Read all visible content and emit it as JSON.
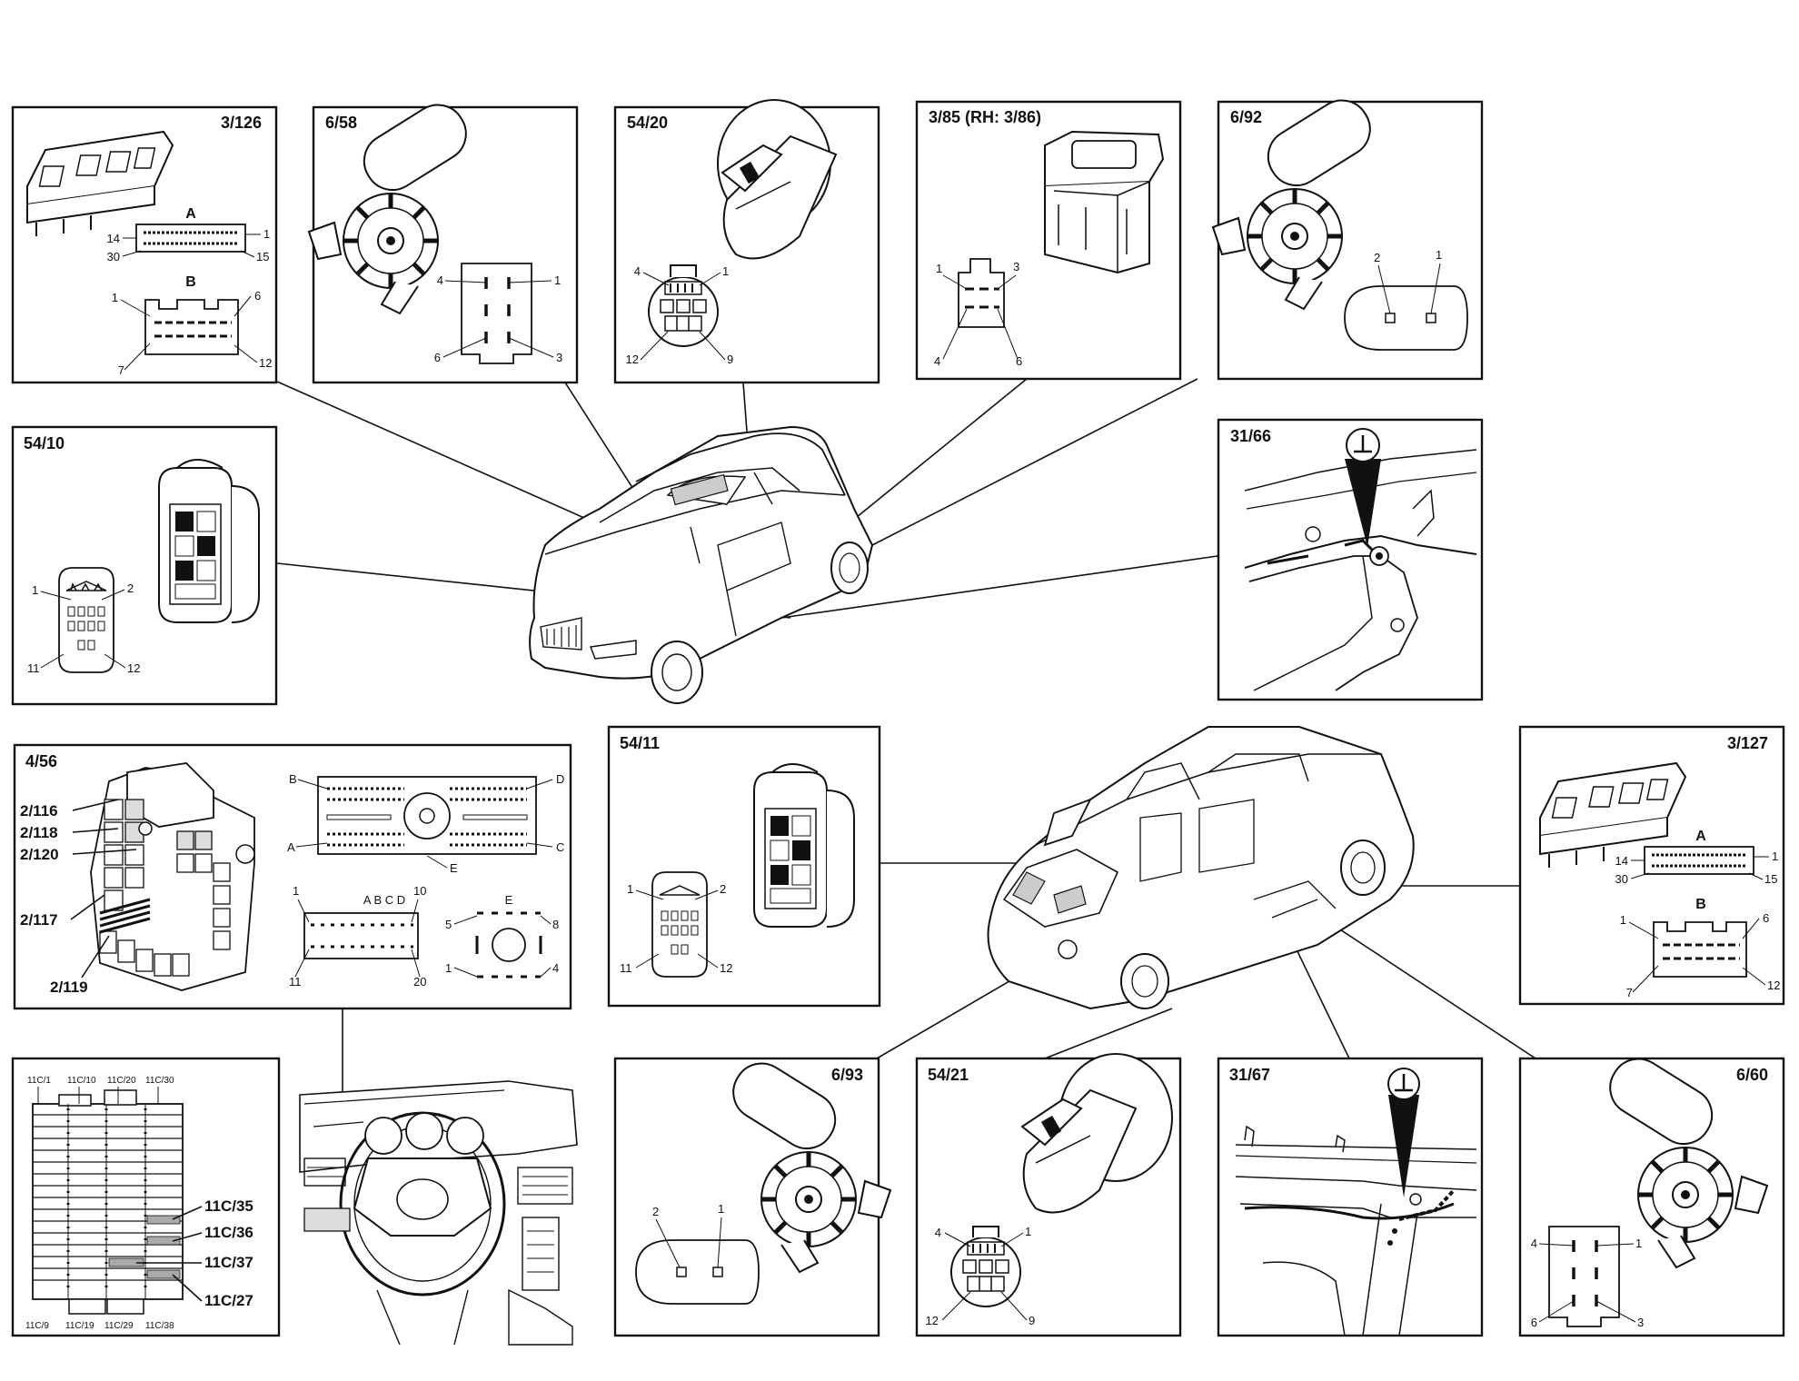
{
  "panels": {
    "p3126": {
      "title": "3/126",
      "conn_a": "A",
      "conn_b": "B",
      "pins_a": [
        "14",
        "1",
        "30",
        "15"
      ],
      "pins_b": [
        "1",
        "6",
        "7",
        "12"
      ]
    },
    "p658": {
      "title": "6/58",
      "pins": [
        "4",
        "1",
        "6",
        "3"
      ]
    },
    "p5420": {
      "title": "54/20",
      "pins": [
        "4",
        "1",
        "12",
        "9"
      ]
    },
    "p385": {
      "title": "3/85 (RH: 3/86)",
      "pins": [
        "1",
        "3",
        "4",
        "6"
      ]
    },
    "p692": {
      "title": "6/92",
      "pins": [
        "2",
        "1"
      ]
    },
    "p5410": {
      "title": "54/10",
      "pins": [
        "1",
        "2",
        "11",
        "12"
      ]
    },
    "p3166": {
      "title": "31/66"
    },
    "p456": {
      "title": "4/56",
      "relays": [
        "2/116",
        "2/118",
        "2/120",
        "2/117",
        "2/119"
      ],
      "conn_letters": [
        "B",
        "D",
        "A",
        "C",
        "E"
      ],
      "conn2_header": "A B C D",
      "conn2_pins": [
        "1",
        "10",
        "11",
        "20"
      ],
      "conn3_header": "E",
      "conn3_pins": [
        "5",
        "8",
        "1",
        "4"
      ]
    },
    "p5411": {
      "title": "54/11",
      "pins": [
        "1",
        "2",
        "11",
        "12"
      ]
    },
    "p3127": {
      "title": "3/127",
      "conn_a": "A",
      "conn_b": "B",
      "pins_a": [
        "14",
        "1",
        "30",
        "15"
      ],
      "pins_b": [
        "1",
        "6",
        "7",
        "12"
      ]
    },
    "p11c": {
      "top_labels": [
        "11C/1",
        "11C/10",
        "11C/20",
        "11C/30"
      ],
      "bottom_labels": [
        "11C/9",
        "11C/19",
        "11C/29",
        "11C/38"
      ],
      "callouts": [
        "11C/35",
        "11C/36",
        "11C/37",
        "11C/27"
      ]
    },
    "p693": {
      "title": "6/93",
      "pins": [
        "2",
        "1"
      ]
    },
    "p5421": {
      "title": "54/21",
      "pins": [
        "4",
        "1",
        "12",
        "9"
      ]
    },
    "p3167": {
      "title": "31/67"
    },
    "p660": {
      "title": "6/60",
      "pins": [
        "4",
        "1",
        "6",
        "3"
      ]
    }
  }
}
